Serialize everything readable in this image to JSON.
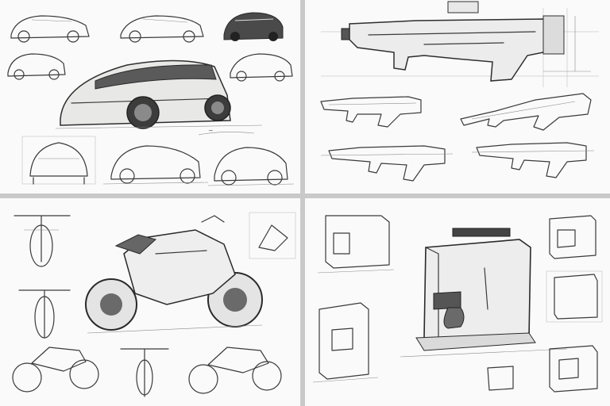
{
  "layout": "2x2-sketch-grid",
  "background_color": "#c9c9c9",
  "panel_color": "#fafafa",
  "ink_color": "#3a3a3a",
  "panels": [
    {
      "subject": "concept-car-sketches"
    },
    {
      "subject": "concept-rifle-sketches"
    },
    {
      "subject": "electric-motorcycle-sketches"
    },
    {
      "subject": "espresso-machine-sketches"
    }
  ]
}
